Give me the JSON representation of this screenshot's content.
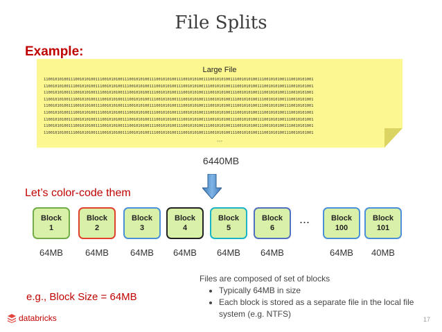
{
  "title": "File Splits",
  "example_label": "Example:",
  "large_file": {
    "label": "Large File",
    "bits": [
      "110010101001110010101001110010101001110010101001110010101001110010101001110010101001110010101001110010101001110010101001",
      "110010101001110010101001110010101001110010101001110010101001110010101001110010101001110010101001110010101001110010101001",
      "110010101001110010101001110010101001110010101001110010101001110010101001110010101001110010101001110010101001110010101001",
      "110010101001110010101001110010101001110010101001110010101001110010101001110010101001110010101001110010101001110010101001",
      "110010101001110010101001110010101001110010101001110010101001110010101001110010101001110010101001110010101001110010101001",
      "110010101001110010101001110010101001110010101001110010101001110010101001110010101001110010101001110010101001110010101001",
      "110010101001110010101001110010101001110010101001110010101001110010101001110010101001110010101001110010101001110010101001",
      "110010101001110010101001110010101001110010101001110010101001110010101001110010101001110010101001110010101001110010101001",
      "110010101001110010101001110010101001110010101001110010101001110010101001110010101001110010101001110010101001110010101001"
    ],
    "ellipsis": "…"
  },
  "total_size": "6440MB",
  "color_code_label": "Let’s color-code them",
  "blocks": [
    {
      "line1": "Block",
      "line2": "1",
      "color": "#70ad47"
    },
    {
      "line1": "Block",
      "line2": "2",
      "color": "#e0402c"
    },
    {
      "line1": "Block",
      "line2": "3",
      "color": "#4a90d9"
    },
    {
      "line1": "Block",
      "line2": "4",
      "color": "#222222"
    },
    {
      "line1": "Block",
      "line2": "5",
      "color": "#1bb3c8"
    },
    {
      "line1": "Block",
      "line2": "6",
      "color": "#4f6fc0"
    },
    {
      "line1": "Block",
      "line2": "100",
      "color": "#4a90d9"
    },
    {
      "line1": "Block",
      "line2": "101",
      "color": "#4a90d9"
    }
  ],
  "blocks_ellipsis": "...",
  "sizes": [
    "64MB",
    "64MB",
    "64MB",
    "64MB",
    "64MB",
    "64MB",
    "64MB",
    "40MB"
  ],
  "description": {
    "intro": "Files are composed of set of blocks",
    "bullets": [
      "Typically 64MB in size",
      "Each block is stored as a separate file in the local file system (e.g. NTFS)"
    ]
  },
  "example_block_size": "e.g., Block Size = 64MB",
  "logo_text": "databricks",
  "page_number": "17"
}
